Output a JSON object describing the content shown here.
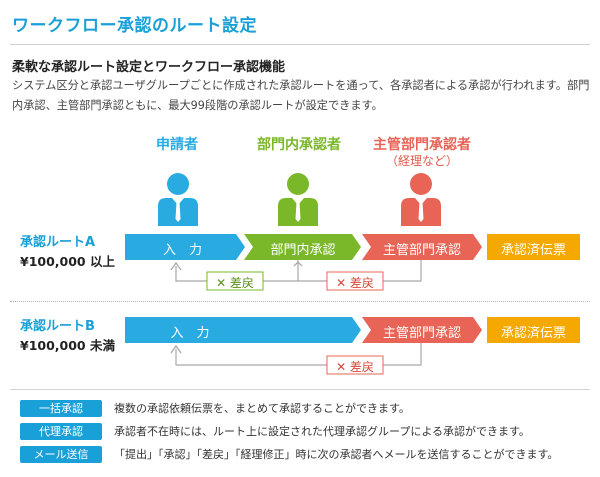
{
  "header": {
    "title": "ワークフロー承認のルート設定",
    "subtitle": "柔軟な承認ルート設定とワークフロー承認機能",
    "description": "システム区分と承認ユーザグループごとに作成された承認ルートを通って、各承認者による承認が行われます。部門内承認、主管部門承認ともに、最大99段階の承認ルートが設定できます。"
  },
  "roles": {
    "applicant": "申請者",
    "dept_approver": "部門内承認者",
    "main_dept_approver": "主管部門承認者",
    "main_dept_note": "（経理など）"
  },
  "colors": {
    "blue": "#29abe2",
    "green": "#7ab829",
    "red": "#e86456",
    "orange": "#f5a800",
    "title_blue": "#1aa0d8"
  },
  "route_a": {
    "name": "承認ルートA",
    "condition": "¥100,000 以上",
    "steps": [
      "入　力",
      "部門内承認",
      "主管部門承認",
      "承認済伝票"
    ],
    "returns": [
      "✕ 差戻",
      "✕ 差戻"
    ]
  },
  "route_b": {
    "name": "承認ルートB",
    "condition": "¥100,000 未満",
    "steps": [
      "入　力",
      "主管部門承認",
      "承認済伝票"
    ],
    "returns": [
      "✕ 差戻"
    ]
  },
  "features": [
    {
      "label": "一括承認",
      "text": "複数の承認依頼伝票を、まとめて承認することができます。"
    },
    {
      "label": "代理承認",
      "text": "承認者不在時には、ルート上に設定された代理承認グループによる承認ができます。"
    },
    {
      "label": "メール送信",
      "text": "「提出」「承認」「差戻」「経理修正」時に次の承認者へメールを送信することができます。"
    }
  ]
}
